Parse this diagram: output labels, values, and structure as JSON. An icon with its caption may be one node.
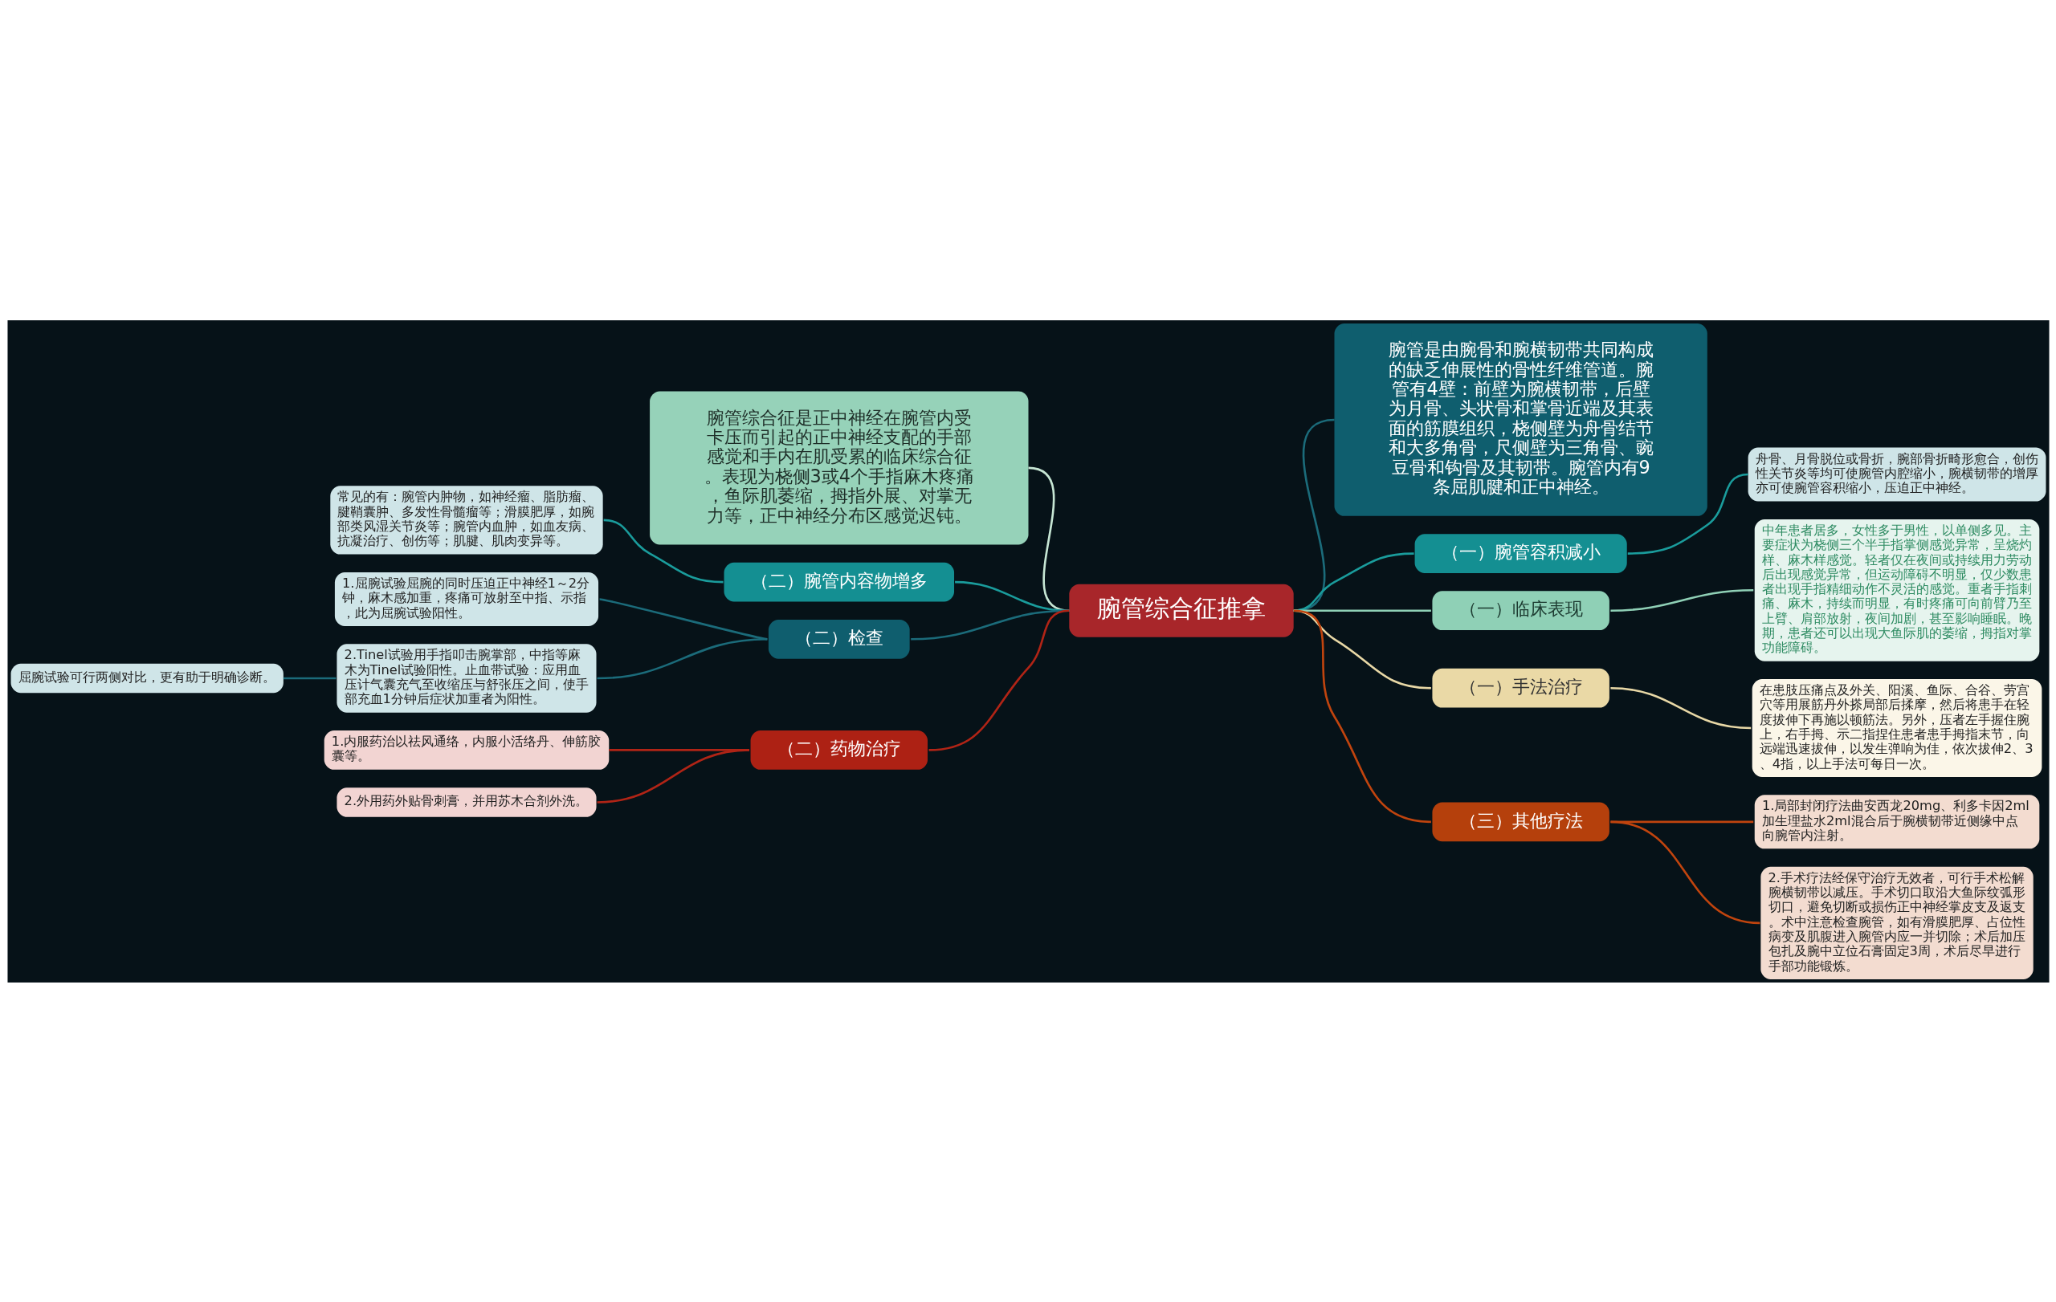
{
  "diagram": {
    "nodes": [
      {
        "text": [
          "腕管综合征推拿"
        ]
      },
      {
        "text": [
          "腕管是由腕骨和腕横韧带共同构成的缺乏伸展性的骨性纤维管道。腕管有4壁：前壁为腕横韧带，后壁为月骨、头状骨和掌骨近端及其表面的筋膜组织，桡侧壁为舟骨结节和大多角骨，尺侧壁为三角骨、豌豆骨和钩骨及其韧带。腕管内有9条屈肌腱和正中神经。"
        ]
      },
      {
        "text": [
          "（一）腕管容积减小"
        ]
      },
      {
        "text": [
          "舟骨、月骨脱位或骨折，腕部骨折畸形愈合，创伤性关节炎等均可使腕管内腔缩小，腕横韧带的增厚亦可使腕管容积缩小，压迫正中神经。"
        ]
      },
      {
        "text": [
          "（一）临床表现"
        ]
      },
      {
        "text": [
          "中年患者居多，女性多于男性，以单侧多见。主要症状为桡侧三个半手指掌侧感觉异常，呈烧灼样、麻木样感觉。轻者仅在夜间或持续用力劳动后出现感觉异常，但运动障碍不明显，仅少数患者出现手指精细动作不灵活的感觉。重者手指刺痛、麻木，持续而明显，有时疼痛可向前臂乃至上臂、肩部放射，夜间加剧，甚至影响睡眠。晚期，患者还可以出现大鱼际肌的萎缩，拇指对掌功能障碍。"
        ]
      },
      {
        "text": [
          "（一）手法治疗"
        ]
      },
      {
        "text": [
          "在患肢压痛点及外关、阳溪、鱼际、合谷、劳宫穴等用展筋丹外搽局部后揉摩，然后将患手在轻度拔伸下再施以顿筋法。另外，压者左手握住腕上，右手拇、示二指捏住患者患手拇指末节，向远端迅速拔伸，以发生弹响为佳，依次拔伸2、3、4指，以上手法可每日一次。"
        ]
      },
      {
        "text": [
          "（三）其他疗法"
        ]
      },
      {
        "text": [
          "1.局部封闭疗法曲安西龙20mg、利多卡因2ml加生理盐水2ml混合后于腕横韧带近侧缘中点向腕管内注射。"
        ]
      },
      {
        "text": [
          "2.手术疗法经保守治疗无效者，可行手术松解腕横韧带以减压。手术切口取沿大鱼际纹弧形切口，避免切断或损伤正中神经掌皮支及返支。术中注意检查腕管，如有滑膜肥厚、占位性病变及肌腹进入腕管内应一并切除；术后加压包扎及腕中立位石膏固定3周，术后尽早进行手部功能锻炼。"
        ]
      },
      {
        "text": [
          "腕管综合征是正中神经在腕管内受卡压而引起的正中神经支配的手部感觉和手内在肌受累的临床综合征。表现为桡侧3或4个手指麻木疼痛，鱼际肌萎缩，拇指外展、对掌无力等，正中神经分布区感觉迟钝。"
        ]
      },
      {
        "text": [
          "（二）腕管内容物增多"
        ]
      },
      {
        "text": [
          "常见的有：腕管内肿物，如神经瘤、脂肪瘤、腱鞘囊肿、多发性骨髓瘤等；滑膜肥厚，如腕部类风湿关节炎等；腕管内血肿，如血友病、抗凝治疗、创伤等；肌腱、肌肉变异等。"
        ]
      },
      {
        "text": [
          "（二）检查"
        ]
      },
      {
        "text": [
          "1.屈腕试验屈腕的同时压迫正中神经1～2分钟，麻木感加重，疼痛可放射至中指、示指，此为屈腕试验阳性。"
        ]
      },
      {
        "text": [
          "2.Tinel试验用手指叩击腕掌部，中指等麻木为Tinel试验阳性。止血带试验：应用血压计气囊充气至收缩压与舒张压之间，使手部充血1分钟后症状加重者为阳性。"
        ]
      },
      {
        "text": [
          "屈腕试验可行两侧对比，更有助于明确诊断。"
        ]
      },
      {
        "text": [
          "（二）药物治疗"
        ]
      },
      {
        "text": [
          "1.内服药治以祛风通络，内服小活络丹、伸筋胶囊等。"
        ]
      },
      {
        "text": [
          "2.外用药外贴骨刺膏，并用苏木合剂外洗。"
        ]
      }
    ],
    "edges": [
      {
        "from": 0,
        "to": 1,
        "arrow": "none",
        "color": "#1b6b7a"
      },
      {
        "from": 0,
        "to": 2,
        "arrow": "none",
        "color": "#1a9c9c"
      },
      {
        "from": 2,
        "to": 3,
        "arrow": "none",
        "color": "#1a9c9c"
      },
      {
        "from": 0,
        "to": 4,
        "arrow": "none",
        "color": "#8fd0b6"
      },
      {
        "from": 4,
        "to": 5,
        "arrow": "none",
        "color": "#8fd0b6"
      },
      {
        "from": 0,
        "to": 6,
        "arrow": "none",
        "color": "#e8d8a6"
      },
      {
        "from": 6,
        "to": 7,
        "arrow": "none",
        "color": "#e8d8a6"
      },
      {
        "from": 0,
        "to": 8,
        "arrow": "none",
        "color": "#c0440e"
      },
      {
        "from": 8,
        "to": 9,
        "arrow": "none",
        "color": "#c0440e"
      },
      {
        "from": 8,
        "to": 10,
        "arrow": "none",
        "color": "#c0440e"
      },
      {
        "from": 0,
        "to": 11,
        "arrow": "none",
        "color": "#c6e6d4"
      },
      {
        "from": 0,
        "to": 12,
        "arrow": "none",
        "color": "#1a9c9c"
      },
      {
        "from": 12,
        "to": 13,
        "arrow": "none",
        "color": "#1a9c9c"
      },
      {
        "from": 0,
        "to": 14,
        "arrow": "none",
        "color": "#1b6b7a"
      },
      {
        "from": 14,
        "to": 15,
        "arrow": "none",
        "color": "#1b6b7a"
      },
      {
        "from": 14,
        "to": 16,
        "arrow": "none",
        "color": "#1b6b7a"
      },
      {
        "from": 16,
        "to": 17,
        "arrow": "none",
        "color": "#1b6b7a"
      },
      {
        "from": 0,
        "to": 18,
        "arrow": "none",
        "color": "#b02416"
      },
      {
        "from": 18,
        "to": 19,
        "arrow": "none",
        "color": "#b02416"
      },
      {
        "from": 18,
        "to": 20,
        "arrow": "none",
        "color": "#b02416"
      }
    ]
  }
}
